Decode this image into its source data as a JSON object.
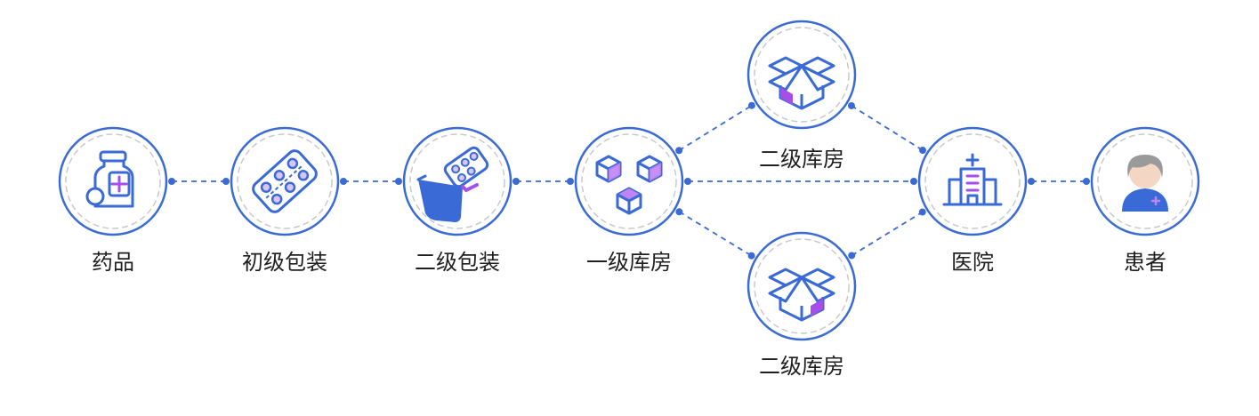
{
  "colors": {
    "primary": "#3a6ad6",
    "accent": "#a64fe8",
    "ring_inner": "#c9c9c9",
    "hair": "#9a9a9a",
    "text": "#1f1f1f"
  },
  "nodes": [
    {
      "id": "drug",
      "label": "药品",
      "icon": "medicine-bottle-icon"
    },
    {
      "id": "primary-pack",
      "label": "初级包装",
      "icon": "pill-blister-icon"
    },
    {
      "id": "secondary-pack",
      "label": "二级包装",
      "icon": "pill-box-icon"
    },
    {
      "id": "primary-warehouse",
      "label": "一级库房",
      "icon": "cubes-icon"
    },
    {
      "id": "secondary-warehouse-top",
      "label": "二级库房",
      "icon": "open-box-icon"
    },
    {
      "id": "secondary-warehouse-bottom",
      "label": "二级库房",
      "icon": "open-box-icon"
    },
    {
      "id": "hospital",
      "label": "医院",
      "icon": "hospital-building-icon"
    },
    {
      "id": "patient",
      "label": "患者",
      "icon": "patient-avatar-icon"
    }
  ],
  "edges": [
    {
      "from": "drug",
      "to": "primary-pack"
    },
    {
      "from": "primary-pack",
      "to": "secondary-pack"
    },
    {
      "from": "secondary-pack",
      "to": "primary-warehouse"
    },
    {
      "from": "primary-warehouse",
      "to": "secondary-warehouse-top"
    },
    {
      "from": "primary-warehouse",
      "to": "hospital"
    },
    {
      "from": "primary-warehouse",
      "to": "secondary-warehouse-bottom"
    },
    {
      "from": "secondary-warehouse-top",
      "to": "hospital"
    },
    {
      "from": "secondary-warehouse-bottom",
      "to": "hospital"
    },
    {
      "from": "hospital",
      "to": "patient"
    }
  ]
}
